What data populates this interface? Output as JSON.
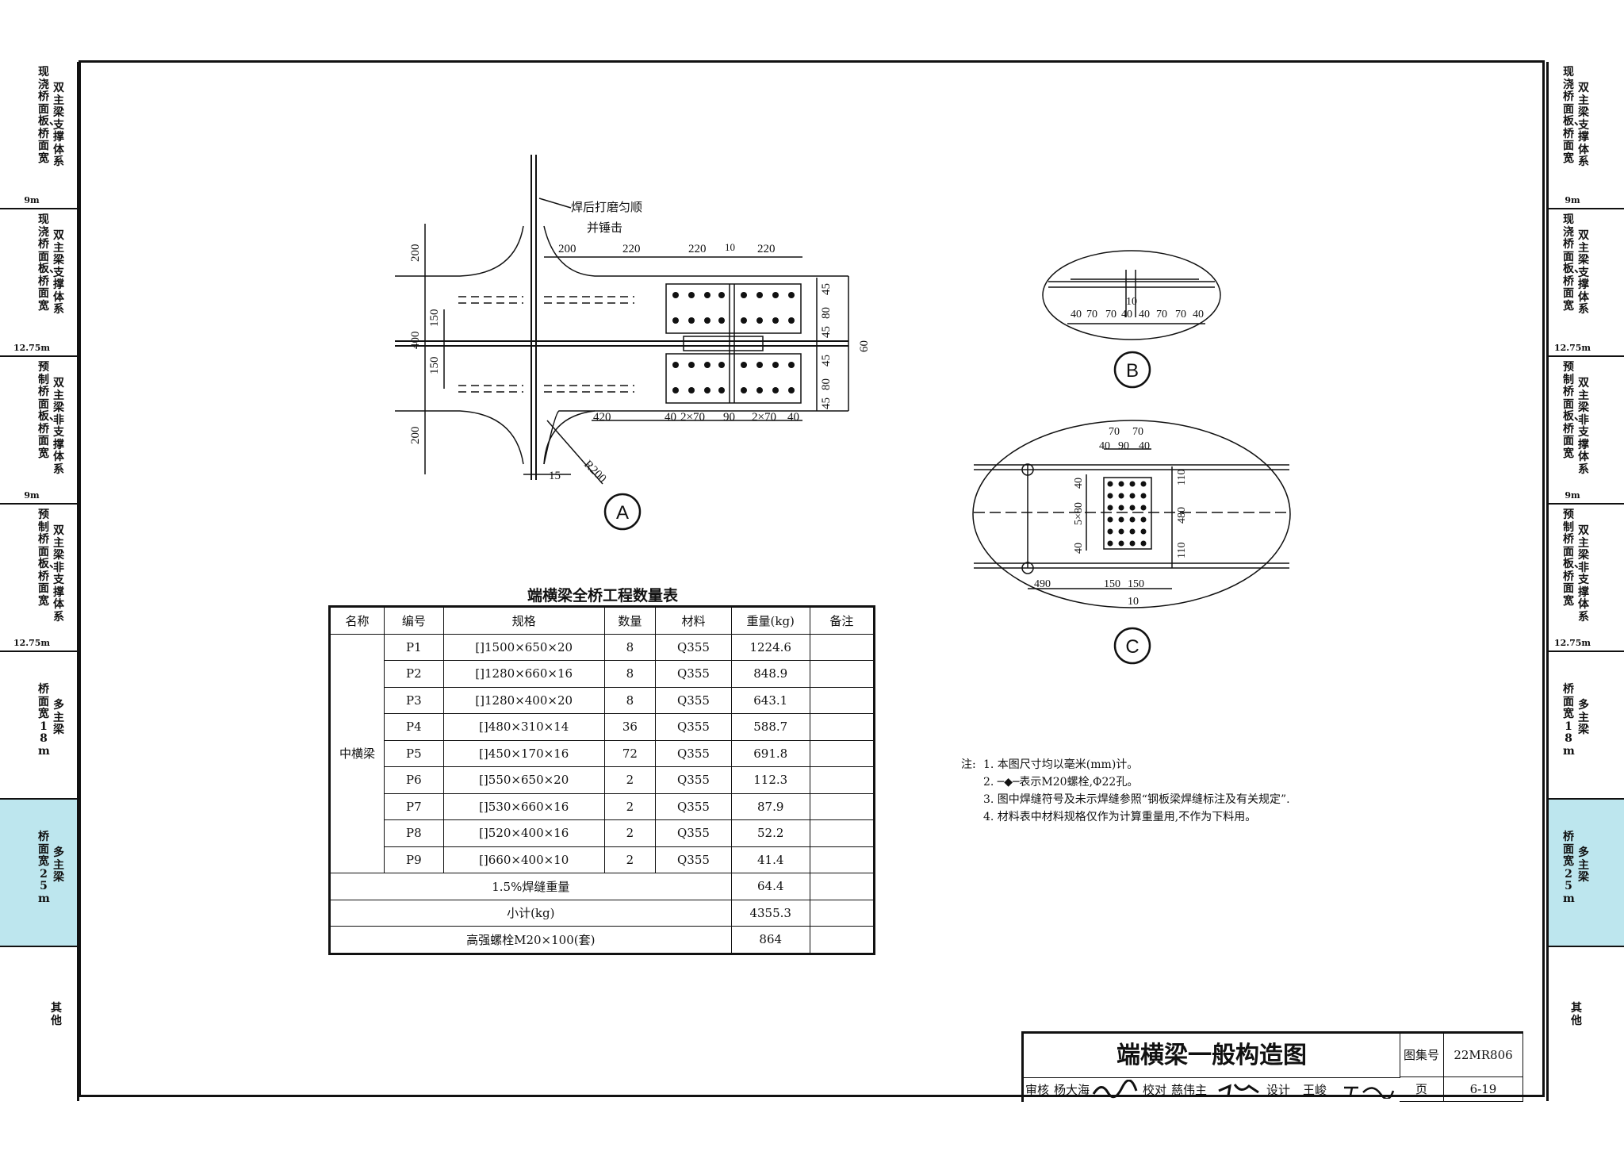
{
  "sidebar": {
    "tabs": [
      {
        "col1": "现浇桥面板、桥面宽",
        "col2": "双主梁支撑体系",
        "width": "9m"
      },
      {
        "col1": "现浇桥面板、桥面宽",
        "col2": "双主梁支撑体系",
        "width": "12.75m"
      },
      {
        "col1": "预制桥面板、桥面宽",
        "col2": "双主梁非支撑体系",
        "width": "9m"
      },
      {
        "col1": "预制桥面板、桥面宽",
        "col2": "双主梁非支撑体系",
        "width": "12.75m"
      },
      {
        "col1": "桥面宽18m",
        "col2": "多主梁",
        "width": ""
      },
      {
        "col1": "桥面宽25m",
        "col2": "多主梁",
        "width": ""
      },
      {
        "col1": "其他",
        "col2": "",
        "width": ""
      }
    ],
    "active_index": 5,
    "active_color": "#bde6ee"
  },
  "detail_a": {
    "label": "A",
    "note_line1": "焊后打磨匀顺",
    "note_line2": "并锤击",
    "dims_top": [
      "200",
      "220",
      "220",
      "10",
      "220"
    ],
    "dims_left": [
      "200",
      "150",
      "400",
      "150",
      "200"
    ],
    "dims_right": [
      "45",
      "80",
      "45",
      "60",
      "45",
      "80",
      "45"
    ],
    "dims_bottom": [
      "420",
      "40",
      "2×70",
      "90",
      "2×70",
      "40"
    ],
    "radius": "R200",
    "plate": "15"
  },
  "detail_b": {
    "label": "B",
    "dims": [
      "40",
      "70",
      "70",
      "40",
      "40",
      "70",
      "70",
      "40"
    ],
    "gap": "10"
  },
  "detail_c": {
    "label": "C",
    "dims_top_row1": [
      "70",
      "70"
    ],
    "dims_top_row2": [
      "40",
      "90",
      "40"
    ],
    "dims_left": [
      "40",
      "5×80",
      "40"
    ],
    "dims_right": [
      "110",
      "480",
      "110"
    ],
    "dims_bottom": [
      "490",
      "150",
      "150"
    ],
    "gap": "10"
  },
  "quantity_table": {
    "title": "端横梁全桥工程数量表",
    "headers": [
      "名称",
      "编号",
      "规格",
      "数量",
      "材料",
      "重量(kg)",
      "备注"
    ],
    "group_name": "中横梁",
    "rows": [
      [
        "P1",
        "[]1500×650×20",
        "8",
        "Q355",
        "1224.6",
        ""
      ],
      [
        "P2",
        "[]1280×660×16",
        "8",
        "Q355",
        "848.9",
        ""
      ],
      [
        "P3",
        "[]1280×400×20",
        "8",
        "Q355",
        "643.1",
        ""
      ],
      [
        "P4",
        "[]480×310×14",
        "36",
        "Q355",
        "588.7",
        ""
      ],
      [
        "P5",
        "[]450×170×16",
        "72",
        "Q355",
        "691.8",
        ""
      ],
      [
        "P6",
        "[]550×650×20",
        "2",
        "Q355",
        "112.3",
        ""
      ],
      [
        "P7",
        "[]530×660×16",
        "2",
        "Q355",
        "87.9",
        ""
      ],
      [
        "P8",
        "[]520×400×16",
        "2",
        "Q355",
        "52.2",
        ""
      ],
      [
        "P9",
        "[]660×400×10",
        "2",
        "Q355",
        "41.4",
        ""
      ]
    ],
    "summary": [
      {
        "label": "1.5%焊缝重量",
        "value": "64.4"
      },
      {
        "label": "小计(kg)",
        "value": "4355.3"
      },
      {
        "label": "高强螺栓M20×100(套)",
        "value": "864"
      }
    ]
  },
  "notes": {
    "heading": "注:",
    "items": [
      "1. 本图尺寸均以毫米(mm)计。",
      "2. ─◆─表示M20螺栓,Φ22孔。",
      "3. 图中焊缝符号及未示焊缝参照“钢板梁焊缝标注及有关规定”.",
      "4. 材料表中材料规格仅作为计算重量用,不作为下料用。"
    ]
  },
  "title_block": {
    "title": "端横梁一般构造图",
    "atlas_label": "图集号",
    "atlas_no": "22MR806",
    "page_label": "页",
    "page_no": "6-19",
    "review_label": "审核",
    "reviewer": "杨大海",
    "check_label": "校对",
    "checker": "慈伟主",
    "design_label": "设计",
    "designer": "王峻"
  }
}
